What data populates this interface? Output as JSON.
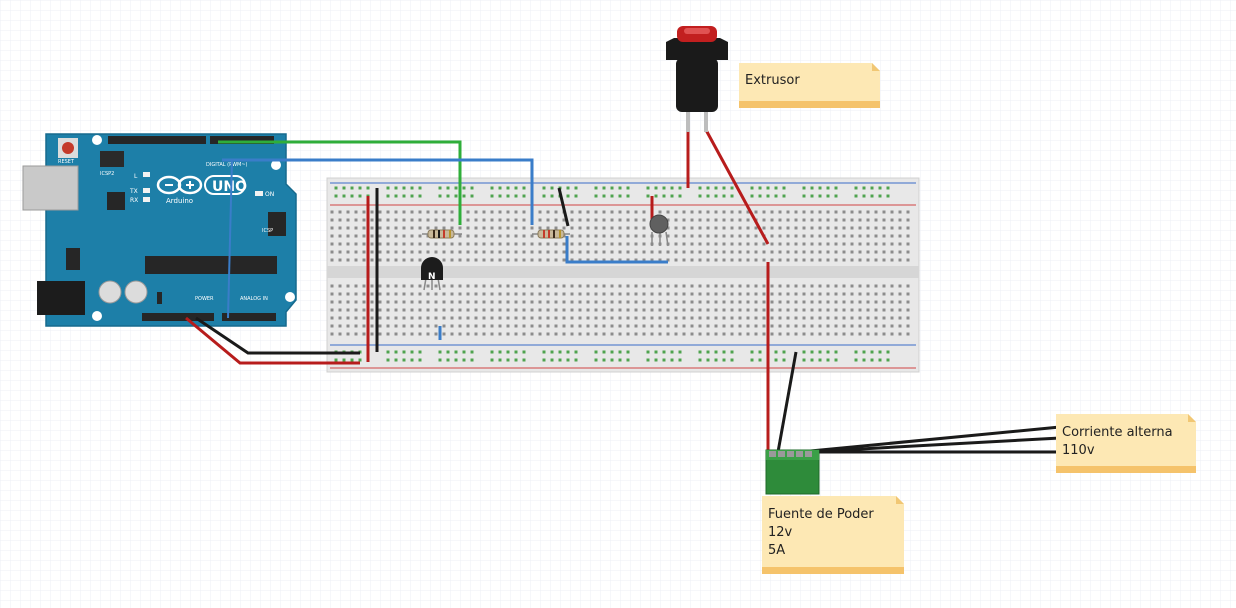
{
  "canvas": {
    "background": "#ffffff",
    "grid_color": "#e6e9f2"
  },
  "arduino": {
    "brand": "Arduino",
    "model": "UNO",
    "reset_label": "RESET",
    "icsp_label": "ICSP2",
    "icsp_label_2": "ICSP",
    "led_l": "L",
    "led_tx": "TX",
    "led_rx": "RX",
    "on_label": "ON",
    "power_label": "POWER",
    "analog_label": "ANALOG IN",
    "digital_label": "DIGITAL (PWM~)",
    "board_color": "#1d7fa8"
  },
  "transistor_label": "N",
  "notes": {
    "extrusor": {
      "lines": [
        "Extrusor"
      ]
    },
    "corriente": {
      "lines": [
        "Corriente alterna",
        "110v"
      ]
    },
    "fuente": {
      "lines": [
        "Fuente de Poder",
        "12v",
        "5A"
      ]
    },
    "color": "#fde8b4",
    "border_color": "#f5c36b"
  },
  "wire_colors": {
    "red": "#b71c1c",
    "black": "#1a1a1a",
    "green": "#2fae3a",
    "blue": "#3a7dc9"
  }
}
